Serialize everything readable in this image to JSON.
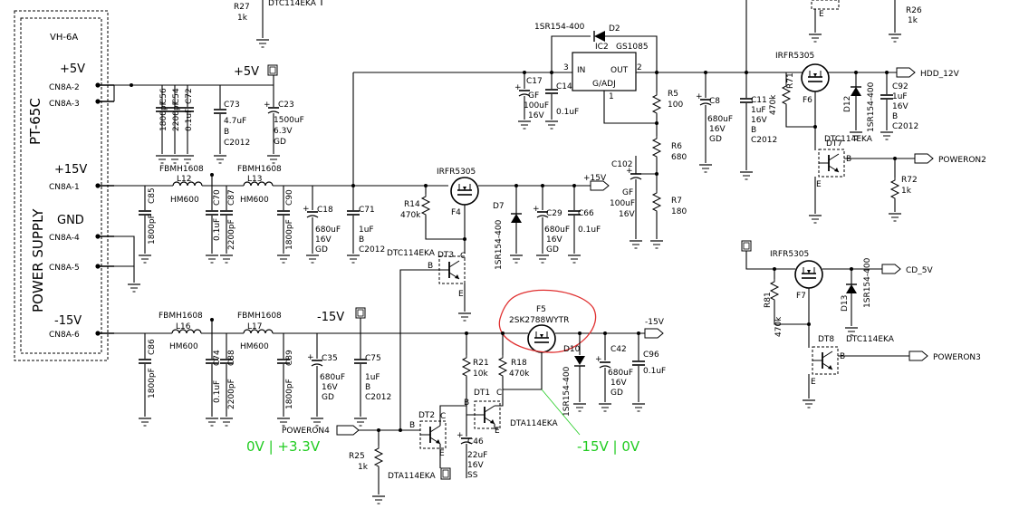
{
  "psu": {
    "model": "VH-6A",
    "part": "PT-65C",
    "label": "POWER SUPPLY",
    "rails": [
      "+5V",
      "+15V",
      "GND",
      "-15V"
    ],
    "pins": [
      "CN8A-2",
      "CN8A-3",
      "CN8A-1",
      "CN8A-4",
      "CN8A-5",
      "CN8A-6"
    ]
  },
  "nets": {
    "p5v": "+5V",
    "p15v": "+15V",
    "m15v_a": "-15V",
    "m15v_b": "-15V",
    "hdd": "HDD_12V",
    "cd": "CD_5V",
    "pon2": "POWERON2",
    "pon3": "POWERON3",
    "pon4": "POWERON4"
  },
  "annotations": {
    "left_states": "0V | +3.3V",
    "right_states": "-15V | 0V",
    "color": "#22cc22",
    "highlight": "#e03030"
  },
  "reg": {
    "ic": "IC2",
    "part": "GS1085",
    "in": "IN",
    "out": "OUT",
    "adj": "G/ADJ",
    "pin3": "3",
    "pin2": "2",
    "pin1": "1",
    "diode_part": "1SR154-400",
    "diode_ref": "D2"
  },
  "top_cut": {
    "r27": "R27",
    "r27v": "1k",
    "dtc_top": "DTC114EKA",
    "r26": "R26",
    "r26v": "1k",
    "e_top": "E"
  },
  "comp": {
    "c56": [
      "C56",
      "1800pF"
    ],
    "c54": [
      "C54",
      "2200pF"
    ],
    "c72": [
      "C72",
      "0.1uF"
    ],
    "c73": [
      "C73",
      "4.7uF",
      "B",
      "C2012"
    ],
    "c23": [
      "C23",
      "1500uF",
      "6.3V",
      "GD"
    ],
    "l12": [
      "FBMH1608",
      "L12",
      "HM600"
    ],
    "l13": [
      "FBMH1608",
      "L13",
      "HM600"
    ],
    "c85": [
      "C85",
      "1800pF"
    ],
    "c70": [
      "C70",
      "0.1uF"
    ],
    "c87": [
      "C87",
      "2200pF"
    ],
    "c90": [
      "C90",
      "1800pF"
    ],
    "c18": [
      "C18",
      "680uF",
      "16V",
      "GD"
    ],
    "c71": [
      "C71",
      "1uF",
      "B",
      "C2012"
    ],
    "c17": [
      "C17",
      "GF",
      "100uF",
      "16V"
    ],
    "c14": [
      "C14",
      "0.1uF"
    ],
    "r5": [
      "R5",
      "100"
    ],
    "r6": [
      "R6",
      "680"
    ],
    "r7": [
      "R7",
      "180"
    ],
    "c102": [
      "C102",
      "GF",
      "100uF",
      "16V"
    ],
    "c8": [
      "C8",
      "680uF",
      "16V",
      "GD"
    ],
    "c11": [
      "C11",
      "1uF",
      "16V",
      "B",
      "C2012"
    ],
    "f6": [
      "IRFR5305",
      "F6"
    ],
    "r71": [
      "R71",
      "470k"
    ],
    "d12": [
      "D12",
      "1SR154-400"
    ],
    "c92": [
      "C92",
      "1uF",
      "16V",
      "B",
      "C2012"
    ],
    "dt7": [
      "DT7",
      "DTC114EKA"
    ],
    "r72": [
      "R72",
      "1k"
    ],
    "f4": [
      "IRFR5305",
      "F4"
    ],
    "r14": [
      "R14",
      "470k"
    ],
    "d7": [
      "D7",
      "1SR154-400"
    ],
    "c29": [
      "C29",
      "680uF",
      "16V",
      "GD"
    ],
    "c66": [
      "C66",
      "0.1uF"
    ],
    "dt3": [
      "DT3",
      "DTC114EKA"
    ],
    "f7": [
      "IRFR5305",
      "F7"
    ],
    "r81": [
      "R81",
      "470k"
    ],
    "d13": [
      "D13",
      "1SR154-400"
    ],
    "dt8": [
      "DT8",
      "DTC114EKA"
    ],
    "l16": [
      "FBMH1608",
      "L16",
      "HM600"
    ],
    "l17": [
      "FBMH1608",
      "L17",
      "HM600"
    ],
    "c86": [
      "C86",
      "1800pF"
    ],
    "c74": [
      "C74",
      "0.1uF"
    ],
    "c88": [
      "C88",
      "2200pF"
    ],
    "c89": [
      "C89",
      "1800pF"
    ],
    "c35": [
      "C35",
      "680uF",
      "16V",
      "GD"
    ],
    "c75": [
      "C75",
      "1uF",
      "B",
      "C2012"
    ],
    "f5": [
      "F5",
      "2SK2788WYTR"
    ],
    "d10": [
      "D10",
      "1SR154-400"
    ],
    "c42": [
      "C42",
      "680uF",
      "16V",
      "GD"
    ],
    "c96": [
      "C96",
      "0.1uF"
    ],
    "r21": [
      "R21",
      "10k"
    ],
    "r18": [
      "R18",
      "470k"
    ],
    "dt1": [
      "DT1",
      "DTA114EKA"
    ],
    "dt2": [
      "DT2",
      "DTA114EKA"
    ],
    "c46": [
      "C46",
      "22uF",
      "16V",
      "SS"
    ],
    "r25": [
      "R25",
      "1k"
    ]
  },
  "pinletters": {
    "b": "B",
    "c": "C",
    "e": "E"
  }
}
